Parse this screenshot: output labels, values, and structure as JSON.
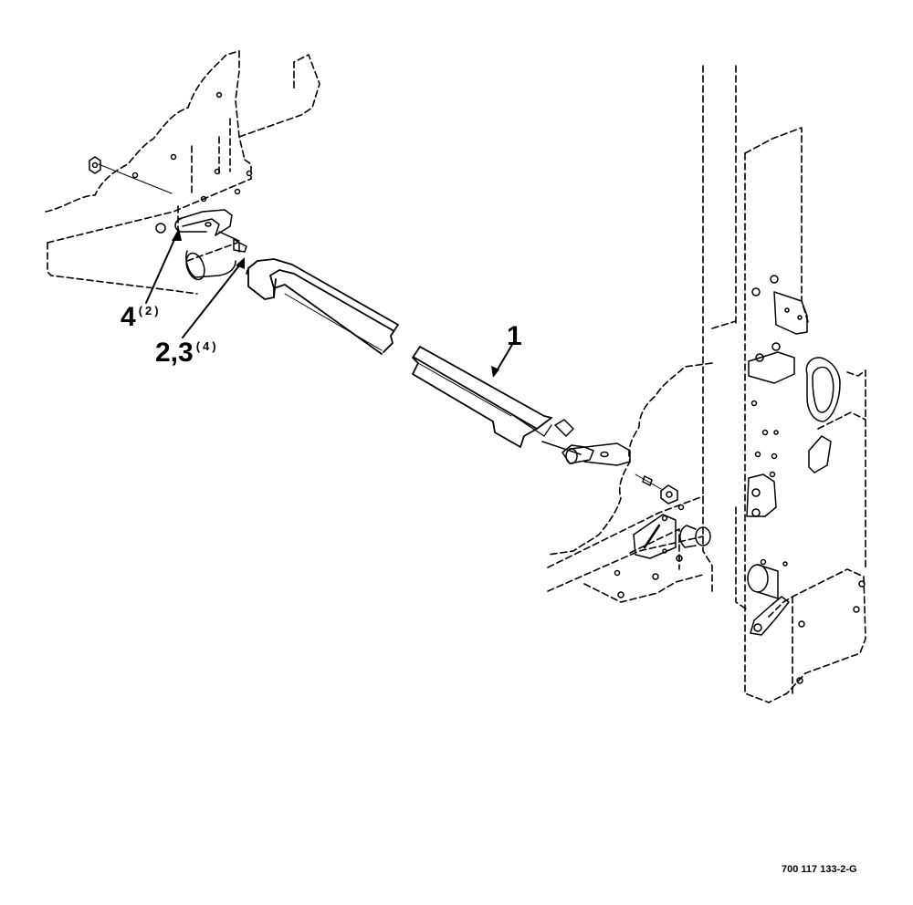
{
  "callouts": {
    "item_1": {
      "number": "1",
      "qty": ""
    },
    "item_4": {
      "number": "4",
      "qty": "(2)"
    },
    "item_2_3": {
      "number": "2,3",
      "qty": "(4)"
    }
  },
  "figure_id": "700 117 133-2-G"
}
